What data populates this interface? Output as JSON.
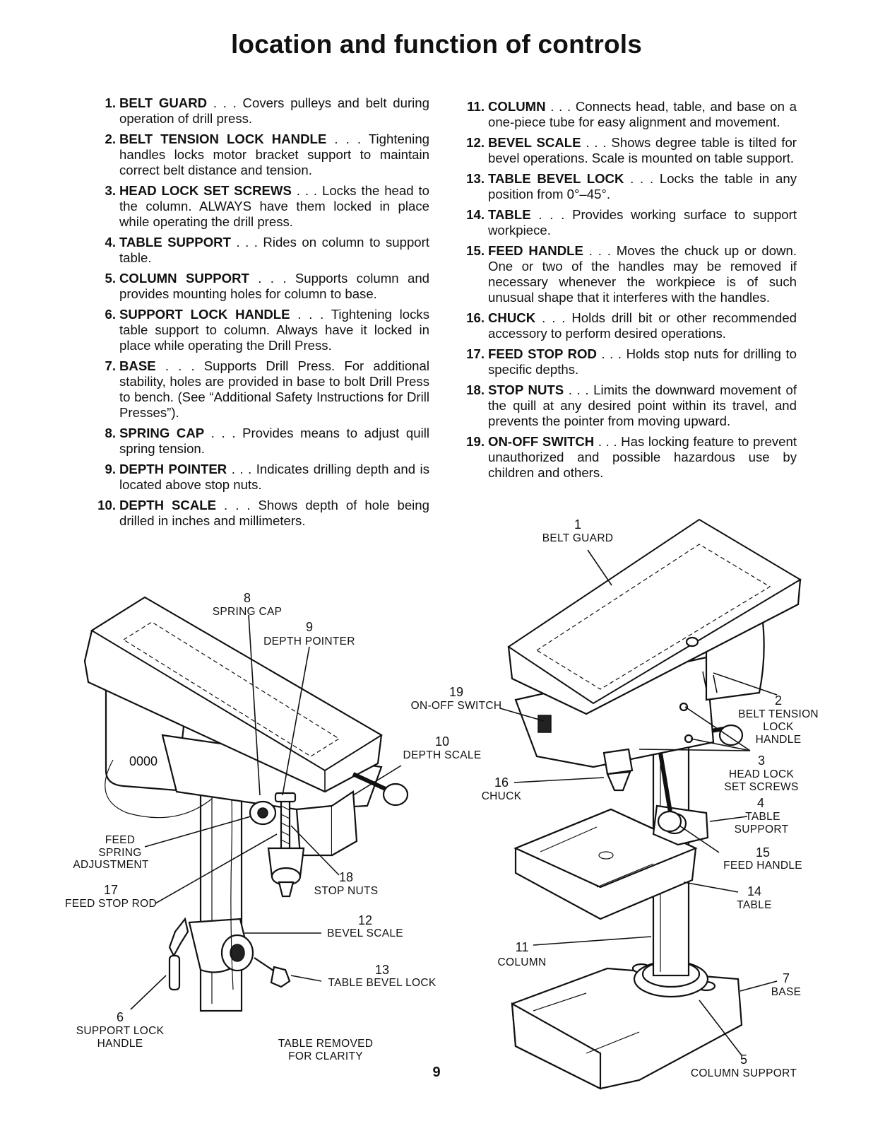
{
  "title": "location and function of controls",
  "page_number": "9",
  "controls_left": [
    {
      "num": "1.",
      "term": "BELT GUARD",
      "desc": " . . . Covers pulleys and belt during operation of drill press."
    },
    {
      "num": "2.",
      "term": "BELT TENSION LOCK HANDLE",
      "desc": " . . . Tightening handles locks motor bracket support to maintain correct belt distance and tension."
    },
    {
      "num": "3.",
      "term": "HEAD LOCK SET SCREWS",
      "desc": " . . . Locks the head to the column. ALWAYS have them locked in place while operating the drill press."
    },
    {
      "num": "4.",
      "term": "TABLE SUPPORT",
      "desc": " . . . Rides on column to support table."
    },
    {
      "num": "5.",
      "term": "COLUMN SUPPORT",
      "desc": " . . . Supports column and provides mounting holes for column to base."
    },
    {
      "num": "6.",
      "term": "SUPPORT LOCK HANDLE",
      "desc": " . . . Tightening locks table support to column. Always have it locked in place while operating the Drill Press."
    },
    {
      "num": "7.",
      "term": "BASE",
      "desc": " . . . Supports Drill Press. For additional stability, holes are provided in base to bolt Drill Press to bench. (See “Additional Safety Instructions for Drill Presses”)."
    },
    {
      "num": "8.",
      "term": "SPRING CAP",
      "desc": " . . . Provides means to adjust quill spring tension."
    },
    {
      "num": "9.",
      "term": "DEPTH POINTER",
      "desc": " . . . Indicates drilling depth and is located above stop nuts."
    },
    {
      "num": "10.",
      "term": "DEPTH SCALE",
      "desc": " . . . Shows depth of hole being drilled in inches and millimeters."
    }
  ],
  "controls_right": [
    {
      "num": "11.",
      "term": "COLUMN",
      "desc": " . . . Connects head, table, and base on a one-piece tube for easy alignment and movement."
    },
    {
      "num": "12.",
      "term": "BEVEL SCALE",
      "desc": " . . . Shows degree table is tilted for bevel operations. Scale is mounted on table support."
    },
    {
      "num": "13.",
      "term": "TABLE BEVEL LOCK",
      "desc": " . . . Locks the table in any position from 0°–45°."
    },
    {
      "num": "14.",
      "term": "TABLE",
      "desc": " . . . Provides working surface to support workpiece."
    },
    {
      "num": "15.",
      "term": "FEED HANDLE",
      "desc": " . . . Moves the chuck up or down. One or two of the handles may be removed if necessary whenever the workpiece is of such unusual shape that it interferes with the handles."
    },
    {
      "num": "16.",
      "term": "CHUCK",
      "desc": " . . . Holds drill bit or other recommended accessory to perform desired operations."
    },
    {
      "num": "17.",
      "term": "FEED STOP ROD",
      "desc": " . . . Holds stop nuts for drilling to specific depths."
    },
    {
      "num": "18.",
      "term": "STOP NUTS",
      "desc": " . . . Limits the downward movement of the quill at any desired point within its travel, and prevents the pointer from moving upward."
    },
    {
      "num": "19.",
      "term": "ON-OFF SWITCH",
      "desc": " . . . Has locking feature to prevent unauthorized and possible hazardous use by children and others."
    }
  ],
  "callouts": {
    "c1_num": "1",
    "c1_text": "BELT GUARD",
    "c2_num": "2",
    "c2_l1": "BELT TENSION",
    "c2_l2": "LOCK",
    "c2_l3": "HANDLE",
    "c3_num": "3",
    "c3_l1": "HEAD LOCK",
    "c3_l2": "SET SCREWS",
    "c4_num": "4",
    "c4_l1": "TABLE",
    "c4_l2": "SUPPORT",
    "c5_num": "5",
    "c5_text": "COLUMN SUPPORT",
    "c6_num": "6",
    "c6_l1": "SUPPORT LOCK",
    "c6_l2": "HANDLE",
    "c7_num": "7",
    "c7_text": "BASE",
    "c8_num": "8",
    "c8_text": "SPRING CAP",
    "c9_num": "9",
    "c9_text": "DEPTH POINTER",
    "c10_num": "10",
    "c10_text": "DEPTH SCALE",
    "c11_num": "11",
    "c11_text": "COLUMN",
    "c12_num": "12",
    "c12_text": "BEVEL SCALE",
    "c13_num": "13",
    "c13_text": "TABLE BEVEL LOCK",
    "c14_num": "14",
    "c14_text": "TABLE",
    "c15_num": "15",
    "c15_text": "FEED HANDLE",
    "c16_num": "16",
    "c16_text": "CHUCK",
    "c17_num": "17",
    "c17_text": "FEED STOP ROD",
    "c18_num": "18",
    "c18_text": "STOP NUTS",
    "c19_num": "19",
    "c19_text": "ON-OFF SWITCH",
    "fsa_l1": "FEED",
    "fsa_l2": "SPRING",
    "fsa_l3": "ADJUSTMENT",
    "motor_label": "0000",
    "note_l1": "TABLE REMOVED",
    "note_l2": "FOR CLARITY"
  }
}
